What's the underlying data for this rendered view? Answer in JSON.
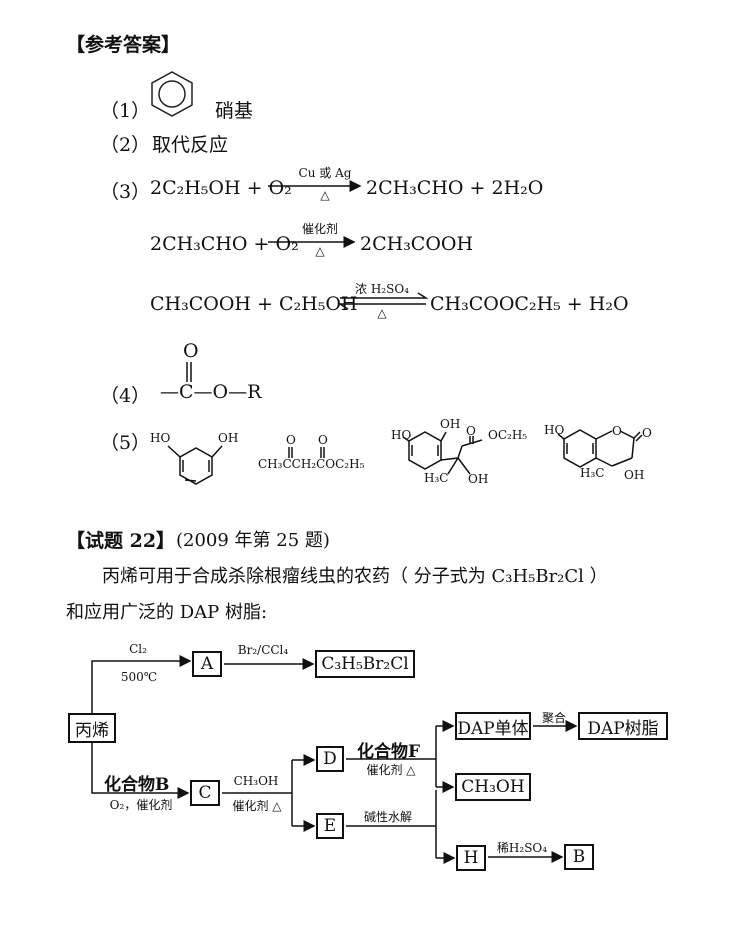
{
  "answer_header": "【参考答案】",
  "q1": {
    "num": "（1）",
    "text": "硝基"
  },
  "q2": {
    "num": "（2）",
    "text": "取代反应"
  },
  "q3": {
    "num": "（3）",
    "eq1_left": "2C₂H₅OH + O₂",
    "eq1_top": "Cu 或 Ag",
    "eq1_bottom": "△",
    "eq1_right": "2CH₃CHO + 2H₂O",
    "eq2_left": "2CH₃CHO + O₂",
    "eq2_top": "催化剂",
    "eq2_bottom": "△",
    "eq2_right": "2CH₃COOH",
    "eq3_left": "CH₃COOH + C₂H₅OH",
    "eq3_top": "浓 H₂SO₄",
    "eq3_bottom": "△",
    "eq3_right": "CH₃COOC₂H₅ + H₂O"
  },
  "q4": {
    "num": "（4）",
    "o_top": "O",
    "chain": "—C—O—R"
  },
  "q5": {
    "num": "（5）",
    "s1_ho": "HO",
    "s1_oh": "OH",
    "s2_o1": "O",
    "s2_o2": "O",
    "s2_formula": "CH₃CCH₂COC₂H₅",
    "s3_oh": "OH",
    "s3_ho": "HO",
    "s3_o": "O",
    "s3_oc2h5": "OC₂H₅",
    "s3_h3c": "H₃C",
    "s3_oh2": "OH",
    "s4_ho": "HO",
    "s4_o1": "O",
    "s4_o2": "O",
    "s4_h3c": "H₃C",
    "s4_oh": "OH"
  },
  "problem_header": "【试题 22】",
  "problem_source": "(2009 年第 25 题)",
  "problem_text_line1": "丙烯可用于合成杀除根瘤线虫的农药（ 分子式为 C₃H₅Br₂Cl ）",
  "problem_text_line2": "和应用广泛的 DAP 树脂:",
  "scheme": {
    "start": "丙烯",
    "A": "A",
    "A_product": "C₃H₅Br₂Cl",
    "cl2": "Cl₂",
    "temp": "500℃",
    "br2": "Br₂/CCl₄",
    "compoundB": "化合物B",
    "o2_cat": "O₂，催化剂",
    "C": "C",
    "ch3oh_label": "CH₃OH",
    "cat_heat1": "催化剂 △",
    "D": "D",
    "E": "E",
    "compoundF": "化合物F",
    "cat_heat2": "催化剂 △",
    "dap_monomer": "DAP单体",
    "polymerize": "聚合",
    "dap_resin": "DAP树脂",
    "ch3oh_box": "CH₃OH",
    "alkaline_hydrolysis": "碱性水解",
    "H": "H",
    "dilute_h2so4": "稀H₂SO₄",
    "B": "B"
  }
}
